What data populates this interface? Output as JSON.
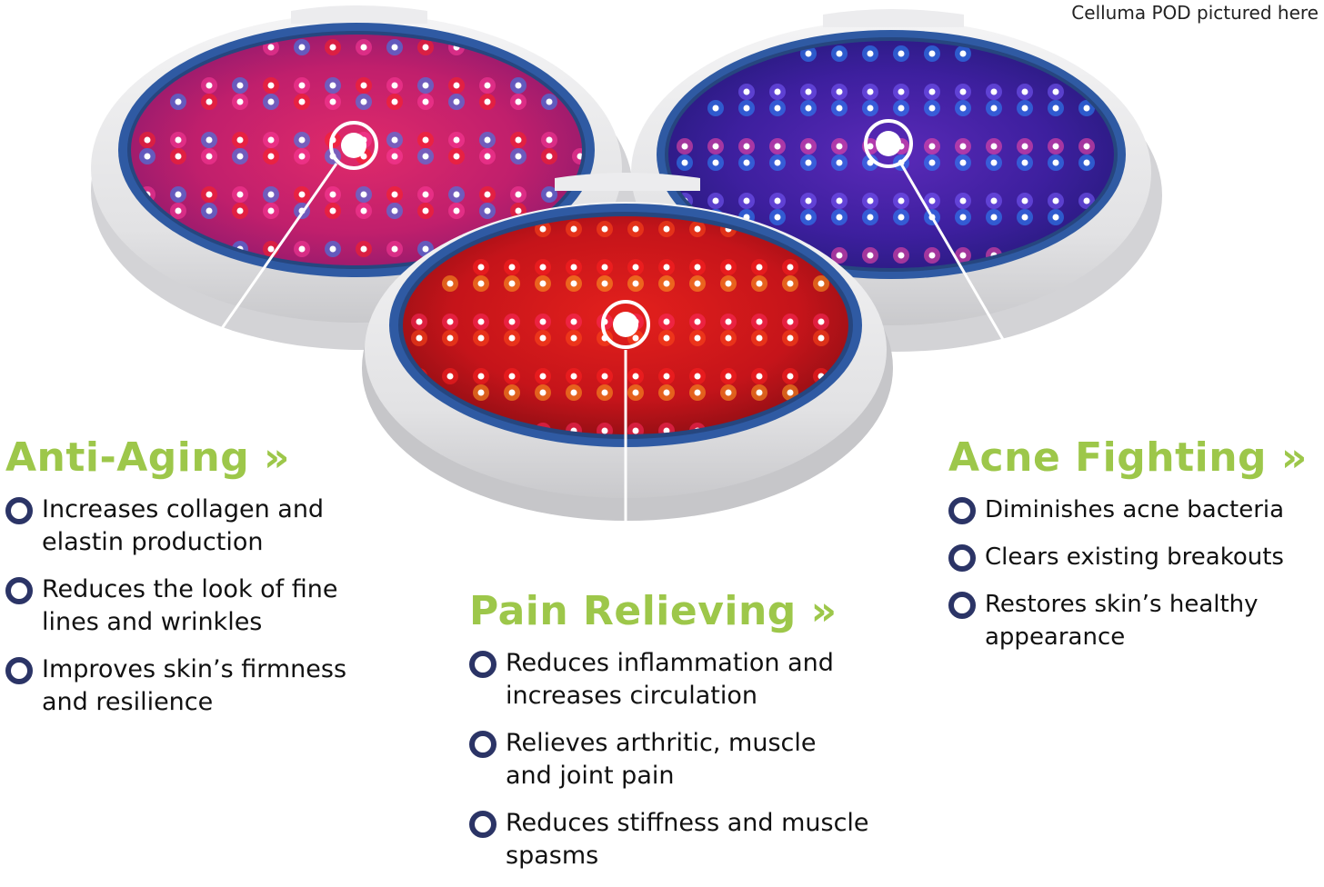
{
  "caption": "Celluma POD pictured here",
  "colors": {
    "heading": "#9dc74a",
    "bullet": "#2b3466",
    "rim": "#2f5aa3",
    "shell": "#e7e7e9",
    "red_led": "#ff2020",
    "blue_led": "#2a8cff"
  },
  "devices": [
    {
      "name": "red-blue-pod",
      "panel": "magenta"
    },
    {
      "name": "blue-pod",
      "panel": "blue"
    },
    {
      "name": "red-pod",
      "panel": "red"
    }
  ],
  "benefits": [
    {
      "heading": "Anti-Aging »",
      "items": [
        "Increases collagen and elastin production",
        "Reduces the look of fine lines and wrinkles",
        "Improves skin’s firmness and resilience"
      ]
    },
    {
      "heading": "Pain Relieving »",
      "items": [
        "Reduces inflammation and increases circulation",
        "Relieves arthritic, muscle and joint pain",
        "Reduces stiffness and muscle spasms"
      ]
    },
    {
      "heading": "Acne Fighting »",
      "items": [
        "Diminishes acne bacteria",
        "Clears existing breakouts",
        "Restores skin’s healthy appearance"
      ]
    }
  ]
}
